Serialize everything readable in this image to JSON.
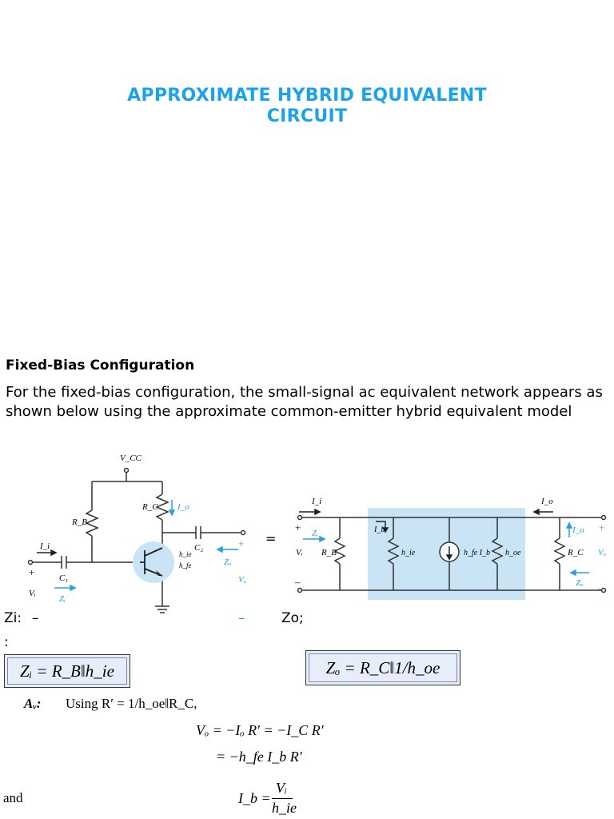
{
  "title": {
    "line1": "APPROXIMATE HYBRID EQUIVALENT",
    "line2": "CIRCUIT"
  },
  "section": {
    "heading": "Fixed-Bias Configuration",
    "paragraph": "For the fixed-bias configuration, the small-signal ac equivalent network appears as shown below using the approximate common-emitter hybrid equivalent model"
  },
  "labels": {
    "zi": "Zi:",
    "zi_dash": "–",
    "zo": "Zo;",
    "colon": ":",
    "right_dash": "–"
  },
  "equations": {
    "zi_box": "Zᵢ = R_B‖h_ie",
    "zo_box": "Zₒ = R_C‖1/h_oe",
    "av_label": "Aᵥ:",
    "av_using": "Using R′ = 1/h_oe‖R_C,",
    "vo_line1": "Vₒ = −Iₒ R′ = −I_C R′",
    "vo_line2": "= −h_fe I_b R′",
    "and": "and",
    "ib_lhs": "I_b =",
    "ib_num": "Vᵢ",
    "ib_den": "h_ie"
  },
  "circuit_left": {
    "vcc": "V_CC",
    "rb": "R_B",
    "rc": "R_C",
    "io": "I_o",
    "ii": "I_i",
    "c1": "C₁",
    "c2": "C₂",
    "hie": "h_ie",
    "hfe": "h_fe",
    "vi": "Vᵢ",
    "zi": "Zᵢ",
    "zo": "Zₒ",
    "vo": "Vₒ",
    "plus": "+",
    "minus": "–"
  },
  "circuit_right": {
    "ii": "I_i",
    "io": "I_o",
    "ib": "I_b",
    "zi": "Zᵢ",
    "vi": "Vᵢ",
    "rb": "R_B",
    "hie": "h_ie",
    "hfe_ib": "h_fe I_b",
    "hoe": "h_oe",
    "rc": "R_C",
    "vo": "Vₒ",
    "zo": "Zₒ",
    "plus": "+",
    "minus": "–",
    "equals": "="
  },
  "colors": {
    "title": "#1aa3e8",
    "accent_blue": "#2b9fd9",
    "model_fill": "#c9e4f5",
    "box_fill": "#e8eef9"
  }
}
